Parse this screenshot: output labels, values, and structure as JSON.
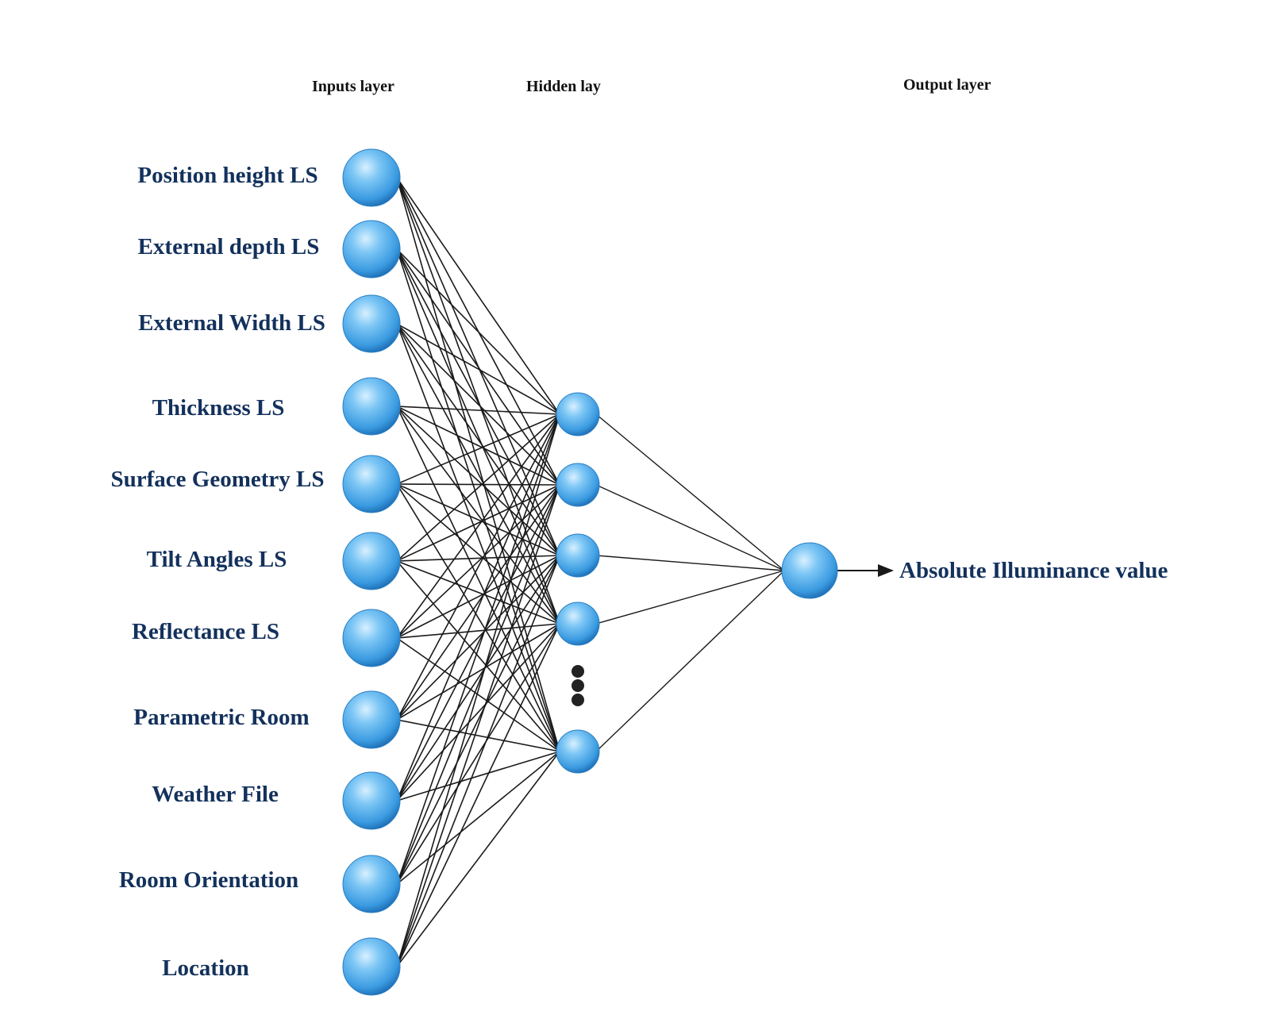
{
  "layers": {
    "input_title": "Inputs layer",
    "hidden_title": "Hidden lay",
    "output_title": "Output layer"
  },
  "inputs": [
    "Position height LS",
    "External depth LS",
    "External Width LS",
    "Thickness LS",
    "Surface Geometry LS",
    "Tilt Angles LS",
    "Reflectance LS",
    "Parametric Room",
    "Weather File",
    "Room Orientation",
    "Location"
  ],
  "hidden_visible_nodes": 5,
  "output": "Absolute Illuminance value",
  "colors": {
    "node_light": "#9ed8fb",
    "node_mid": "#3fa3e6",
    "node_dark": "#1f78c2",
    "edge": "#1a1a1a",
    "label": "#13315c"
  }
}
